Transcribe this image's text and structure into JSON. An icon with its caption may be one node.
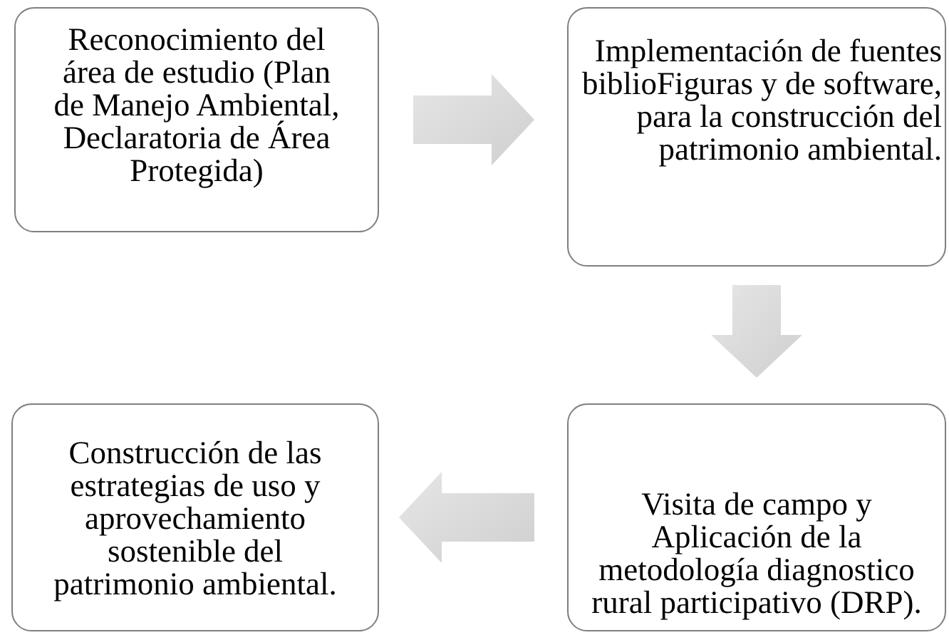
{
  "diagram": {
    "nodes": [
      {
        "text": [
          "Reconocimiento del área de estudio (Plan de Manejo Ambiental, Declaratoria de Área Protegida)"
        ]
      },
      {
        "text": [
          "Implementación de fuentes biblioFiguras y de software, para la construcción del patrimonio ambiental."
        ]
      },
      {
        "text": [
          "Visita de campo y Aplicación de la metodología diagnostico rural participativo (DRP)."
        ]
      },
      {
        "text": [
          "Construcción de las estrategias de uso y aprovechamiento sostenible del patrimonio ambiental."
        ]
      }
    ],
    "edges": [
      {
        "from": 0,
        "to": 1,
        "arrow": "to"
      },
      {
        "from": 1,
        "to": 2,
        "arrow": "to"
      },
      {
        "from": 2,
        "to": 3,
        "arrow": "to"
      }
    ]
  }
}
